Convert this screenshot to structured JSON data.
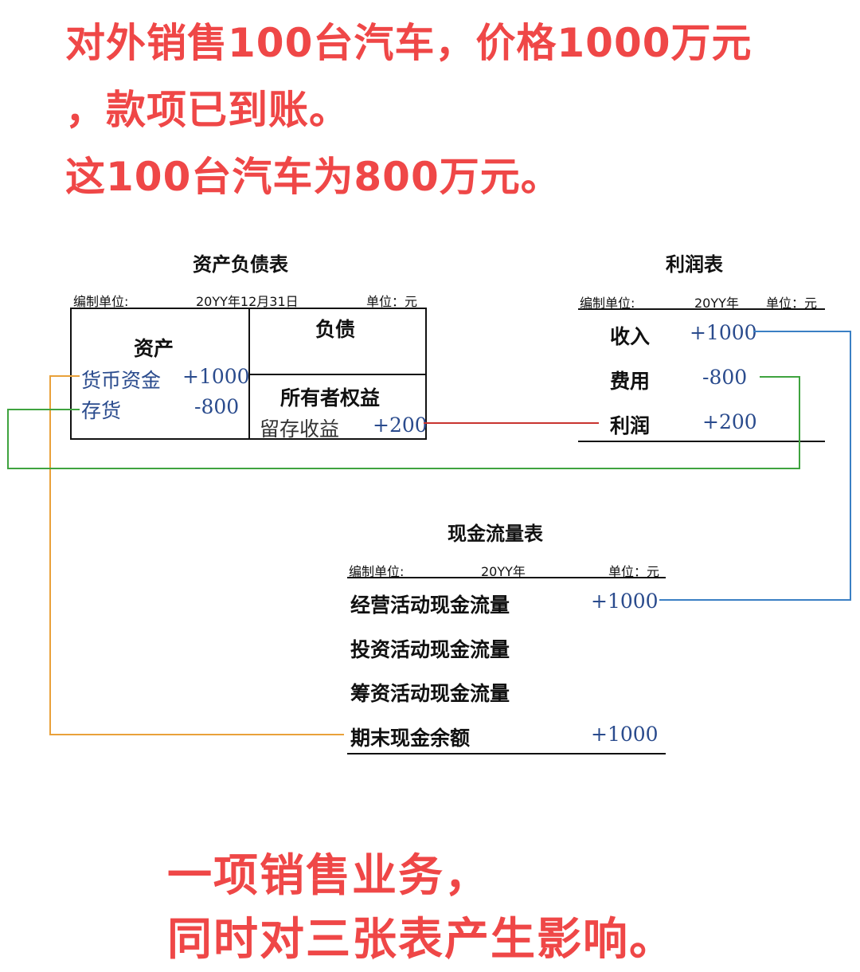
{
  "headline": {
    "line1": "对外销售100台汽车，价格1000万元",
    "line2": "，款项已到账。",
    "line3": "这100台汽车为800万元。"
  },
  "balance_sheet": {
    "title": "资产负债表",
    "prepared_by_label": "编制单位:",
    "date": "20YY年12月31日",
    "unit": "单位：元",
    "assets_header": "资产",
    "liabilities_header": "负债",
    "equity_header": "所有者权益",
    "rows": [
      {
        "label": "货币资金",
        "value": "+1000"
      },
      {
        "label": "存货",
        "value": "-800"
      }
    ],
    "equity_row": {
      "label": "留存收益",
      "value": "+200"
    }
  },
  "income_statement": {
    "title": "利润表",
    "prepared_by_label": "编制单位:",
    "year": "20YY年",
    "unit": "单位：元",
    "rows": [
      {
        "label": "收入",
        "value": "+1000"
      },
      {
        "label": "费用",
        "value": "-800"
      },
      {
        "label": "利润",
        "value": "+200"
      }
    ]
  },
  "cash_flow": {
    "title": "现金流量表",
    "prepared_by_label": "编制单位:",
    "year": "20YY年",
    "unit": "单位：元",
    "rows": [
      {
        "label": "经营活动现金流量",
        "value": "+1000"
      },
      {
        "label": "投资活动现金流量",
        "value": ""
      },
      {
        "label": "筹资活动现金流量",
        "value": ""
      },
      {
        "label": "期末现金余额",
        "value": "+1000"
      }
    ]
  },
  "footer": {
    "line1": "一项销售业务，",
    "line2": "同时对三张表产生影响。"
  },
  "colors": {
    "headline": "#ef4747",
    "orange_link": "#e9a13a",
    "green_link": "#3fa33f",
    "red_link": "#c9342f",
    "blue_link": "#3a7fc4",
    "value_blue": "#2a4b8d"
  }
}
